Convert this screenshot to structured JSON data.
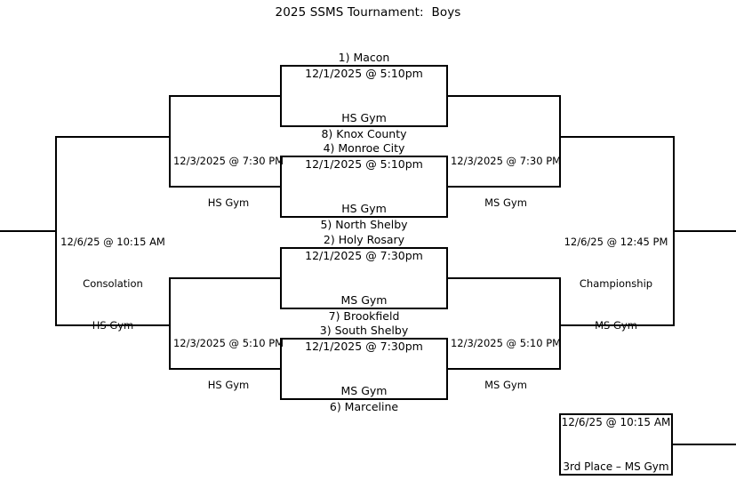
{
  "title": "2025 SSMS Tournament:  Boys",
  "bracket": {
    "round1": [
      {
        "id": "game-1",
        "top_team": "1) Macon",
        "bottom_team": "8) Knox County",
        "date_time": "12/1/2025 @ 5:10pm",
        "venue": "HS Gym"
      },
      {
        "id": "game-2",
        "top_team": "4) Monroe City",
        "bottom_team": "5) North Shelby",
        "date_time": "12/1/2025 @ 5:10pm",
        "venue": "HS Gym"
      },
      {
        "id": "game-3",
        "top_team": "2) Holy Rosary",
        "bottom_team": "7) Brookfield",
        "date_time": "12/1/2025 @ 7:30pm",
        "venue": "MS Gym"
      },
      {
        "id": "game-4",
        "top_team": "3) South Shelby",
        "bottom_team": "6) Marceline",
        "date_time": "12/1/2025 @ 7:30pm",
        "venue": "MS Gym"
      }
    ],
    "consolation_semis": [
      {
        "id": "consolation-semi-upper",
        "date_time": "12/3/2025 @ 7:30 PM",
        "venue": "HS Gym"
      },
      {
        "id": "consolation-semi-lower",
        "date_time": "12/3/2025 @ 5:10 PM",
        "venue": "HS Gym"
      }
    ],
    "winners_semis": [
      {
        "id": "winners-semi-upper",
        "date_time": "12/3/2025 @ 7:30 PM",
        "venue": "MS Gym"
      },
      {
        "id": "winners-semi-lower",
        "date_time": "12/3/2025 @ 5:10 PM",
        "venue": "MS Gym"
      }
    ],
    "consolation_final": {
      "id": "consolation-final",
      "date_time": "12/6/25 @ 10:15 AM",
      "name": "Consolation",
      "venue": "HS Gym"
    },
    "championship_final": {
      "id": "championship-final",
      "date_time": "12/6/25 @ 12:45 PM",
      "name": "Championship",
      "venue": "MS Gym"
    },
    "third_place": {
      "id": "third-place-game",
      "date_time": "12/6/25 @ 10:15 AM",
      "detail": "3rd Place – MS Gym"
    }
  },
  "colors": {
    "line": "#000000",
    "text": "#000000",
    "background": "#ffffff"
  }
}
